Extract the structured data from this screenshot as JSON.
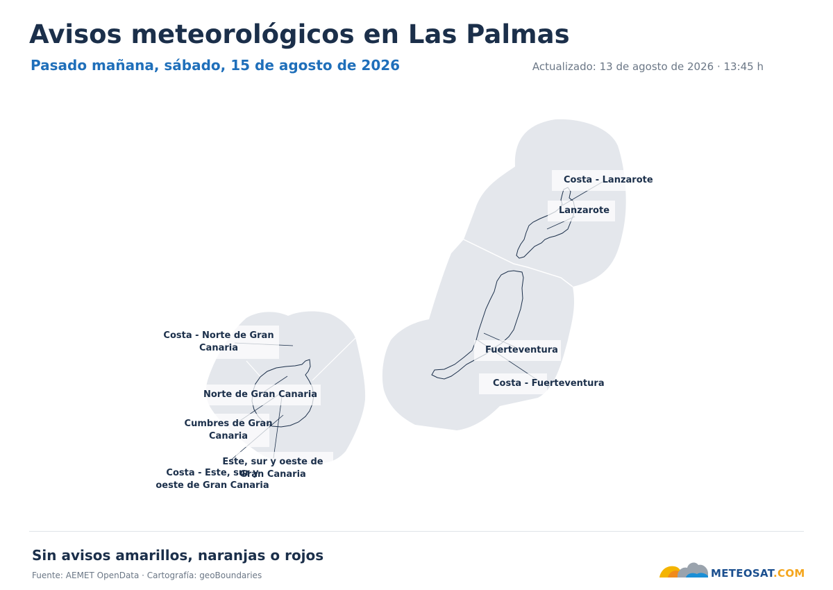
{
  "header": {
    "title": "Avisos meteorológicos en Las Palmas",
    "subtitle": "Pasado mañana, sábado, 15 de agosto de 2026",
    "updated": "Actualizado: 13 de agosto de 2026 · 13:45 h"
  },
  "map": {
    "zone_fill": "#e4e7ec",
    "island_stroke": "#1b2f4a",
    "zones": [
      {
        "id": "costa-lanzarote",
        "label": "Costa - Lanzarote",
        "warning": "none"
      },
      {
        "id": "lanzarote",
        "label": "Lanzarote",
        "warning": "none"
      },
      {
        "id": "fuerteventura",
        "label": "Fuerteventura",
        "warning": "none"
      },
      {
        "id": "costa-fuerteventura",
        "label": "Costa - Fuerteventura",
        "warning": "none"
      },
      {
        "id": "costa-norte-gran-canaria",
        "label_line1": "Costa - Norte de Gran",
        "label_line2": "Canaria",
        "warning": "none"
      },
      {
        "id": "norte-gran-canaria",
        "label": "Norte de Gran Canaria",
        "warning": "none"
      },
      {
        "id": "cumbres-gran-canaria",
        "label_line1": "Cumbres de Gran",
        "label_line2": "Canaria",
        "warning": "none"
      },
      {
        "id": "este-sur-oeste-gran-canaria",
        "label_line1": "Este, sur y oeste de",
        "label_line2": "Gran Canaria",
        "warning": "none"
      },
      {
        "id": "costa-este-sur-oeste-gran-canaria",
        "label_line1": "Costa - Este, sur y",
        "label_line2": "oeste de Gran Canaria",
        "warning": "none"
      }
    ]
  },
  "footer": {
    "status": "Sin avisos amarillos, naranjas o rojos",
    "source": "Fuente: AEMET OpenData · Cartografía: geoBoundaries",
    "logo": {
      "part1": "METEOSAT",
      "part2": ".COM",
      "primary_color": "#1b4f8f",
      "accent_color": "#f4a51c"
    }
  }
}
